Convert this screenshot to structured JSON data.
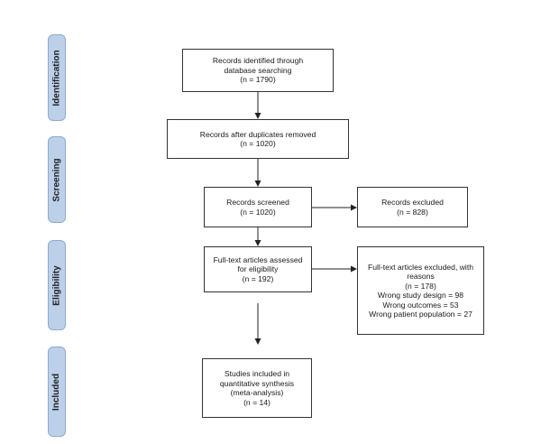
{
  "stages": {
    "identification": "Identification",
    "screening": "Screening",
    "eligibility": "Eligibility",
    "included": "Included"
  },
  "boxes": {
    "identified": {
      "line1": "Records identified through",
      "line2": "database searching",
      "line3": "(n = 1790)"
    },
    "deduplicated": {
      "line1": "Records after duplicates removed",
      "line2": "(n = 1020)"
    },
    "screened": {
      "line1": "Records screened",
      "line2": "(n = 1020)"
    },
    "excluded": {
      "line1": "Records excluded",
      "line2": "(n = 828)"
    },
    "fulltext": {
      "line1": "Full-text articles assessed",
      "line2": "for eligibility",
      "line3": "(n = 192)"
    },
    "fulltext_excluded": {
      "line1": "Full-text articles excluded, with",
      "line2": "reasons",
      "line3": "(n = 178)",
      "line4": "Wrong study design = 98",
      "line5": "Wrong outcomes = 53",
      "line6": "Wrong patient population = 27"
    },
    "included": {
      "line1": "Studies included in",
      "line2": "quantitative synthesis",
      "line3": "(meta-analysis)",
      "line4": "(n = 14)"
    }
  },
  "colors": {
    "stage_fill": "#bcd0ea",
    "stage_border": "#8fa9cc",
    "box_border": "#333333",
    "arrow": "#222222"
  }
}
